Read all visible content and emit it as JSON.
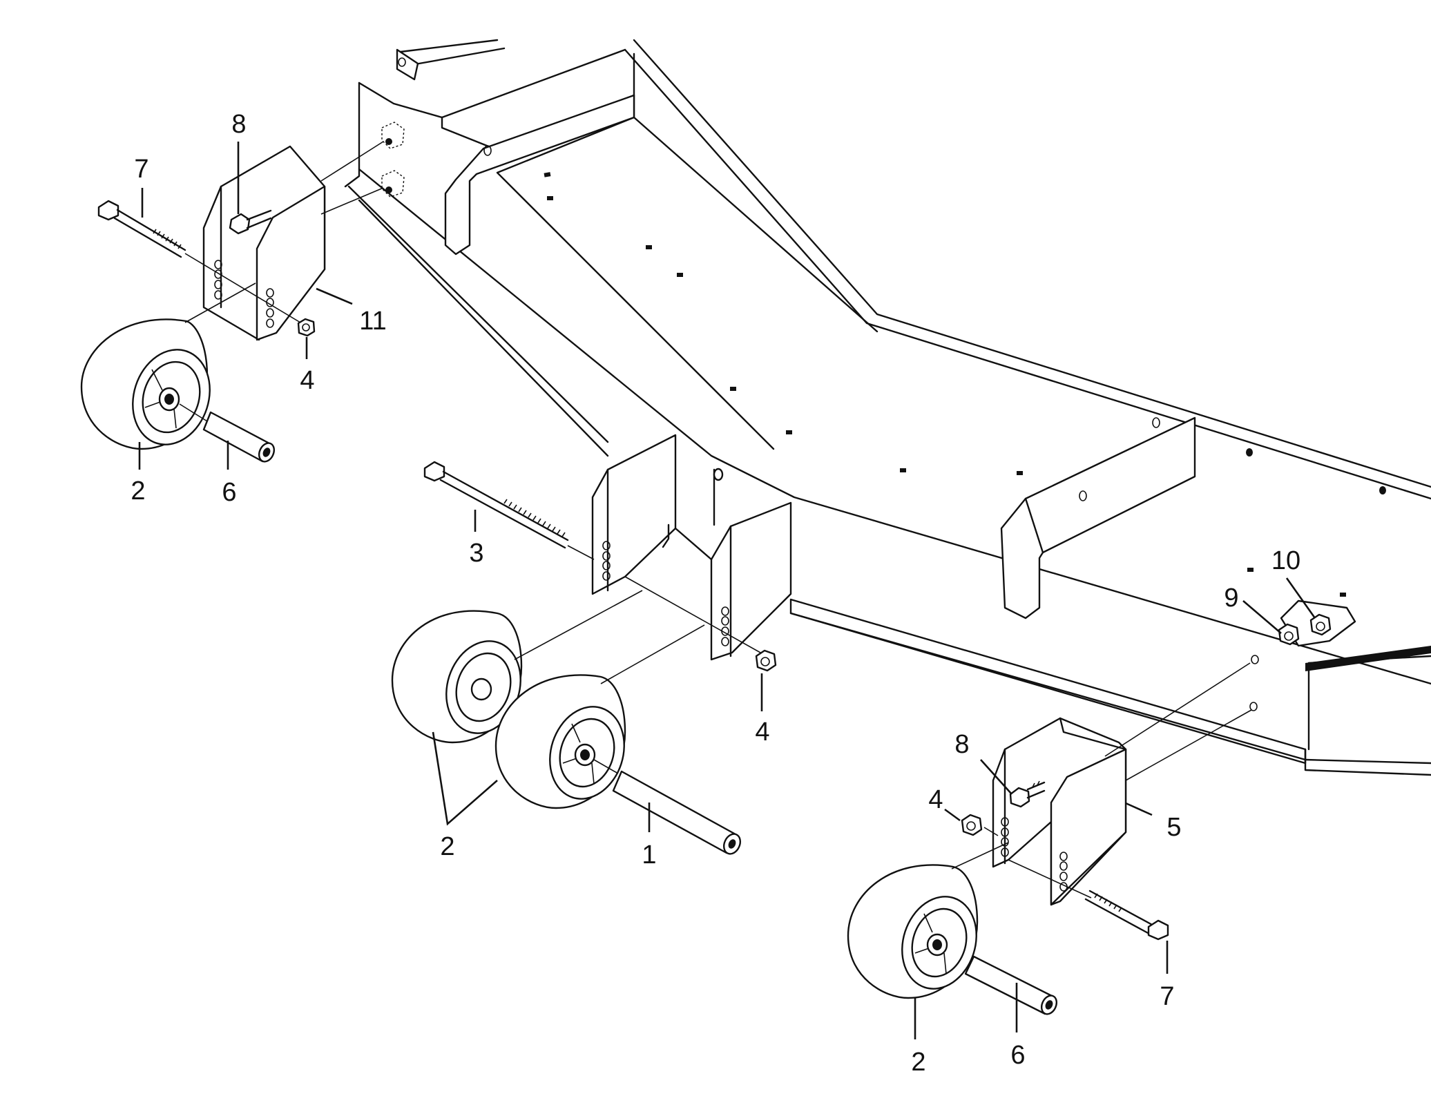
{
  "diagram": {
    "type": "exploded-parts-view",
    "callouts": {
      "c1": "1",
      "c2a": "2",
      "c2b": "2",
      "c2c": "2",
      "c3": "3",
      "c4a": "4",
      "c4b": "4",
      "c4c": "4",
      "c5": "5",
      "c6a": "6",
      "c6b": "6",
      "c7a": "7",
      "c7b": "7",
      "c8a": "8",
      "c8b": "8",
      "c9": "9",
      "c10": "10",
      "c11": "11"
    }
  }
}
